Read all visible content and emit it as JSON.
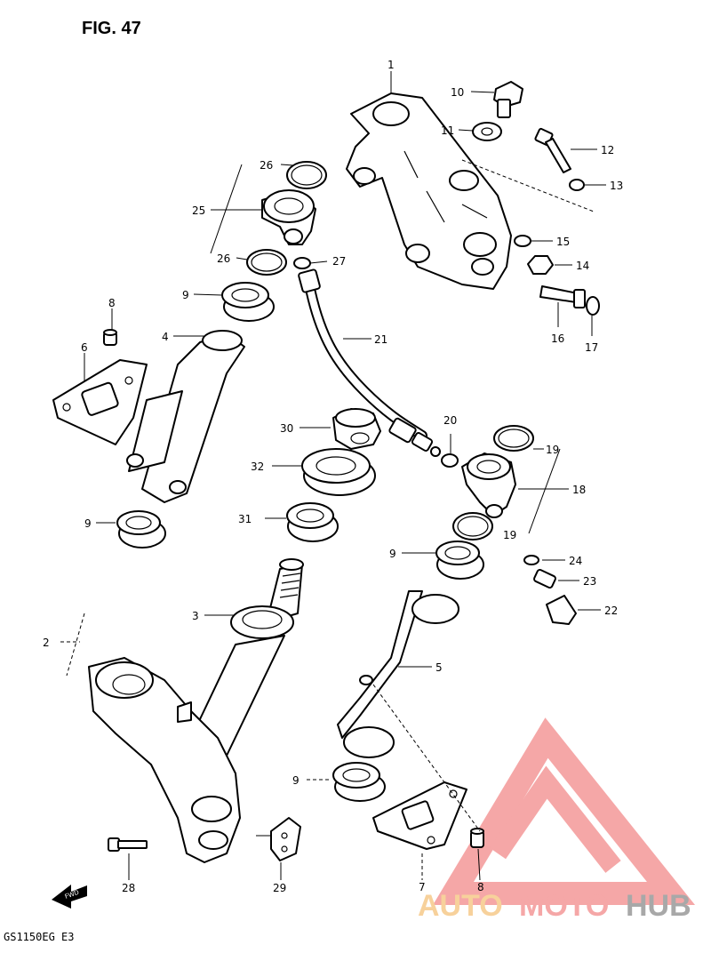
{
  "figure": {
    "title": "FIG. 47",
    "footer_code": "GS1150EG E3"
  },
  "part_labels": [
    {
      "id": "p1",
      "text": "1"
    },
    {
      "id": "p2",
      "text": "2"
    },
    {
      "id": "p3",
      "text": "3"
    },
    {
      "id": "p4",
      "text": "4"
    },
    {
      "id": "p5",
      "text": "5"
    },
    {
      "id": "p6",
      "text": "6"
    },
    {
      "id": "p7",
      "text": "7"
    },
    {
      "id": "p8a",
      "text": "8"
    },
    {
      "id": "p8b",
      "text": "8"
    },
    {
      "id": "p9a",
      "text": "9"
    },
    {
      "id": "p9b",
      "text": "9"
    },
    {
      "id": "p9c",
      "text": "9"
    },
    {
      "id": "p9d",
      "text": "9"
    },
    {
      "id": "p10",
      "text": "10"
    },
    {
      "id": "p11",
      "text": "11"
    },
    {
      "id": "p12",
      "text": "12"
    },
    {
      "id": "p13",
      "text": "13"
    },
    {
      "id": "p14",
      "text": "14"
    },
    {
      "id": "p15",
      "text": "15"
    },
    {
      "id": "p16",
      "text": "16"
    },
    {
      "id": "p17",
      "text": "17"
    },
    {
      "id": "p18",
      "text": "18"
    },
    {
      "id": "p19a",
      "text": "19"
    },
    {
      "id": "p19b",
      "text": "19"
    },
    {
      "id": "p20",
      "text": "20"
    },
    {
      "id": "p21",
      "text": "21"
    },
    {
      "id": "p22",
      "text": "22"
    },
    {
      "id": "p23",
      "text": "23"
    },
    {
      "id": "p24",
      "text": "24"
    },
    {
      "id": "p25",
      "text": "25"
    },
    {
      "id": "p26a",
      "text": "26"
    },
    {
      "id": "p26b",
      "text": "26"
    },
    {
      "id": "p27",
      "text": "27"
    },
    {
      "id": "p28",
      "text": "28"
    },
    {
      "id": "p29",
      "text": "29"
    },
    {
      "id": "p30",
      "text": "30"
    },
    {
      "id": "p31",
      "text": "31"
    },
    {
      "id": "p32",
      "text": "32"
    }
  ],
  "fwd_label": "FWD",
  "watermark": {
    "word_1": "AUTO",
    "word_2": "MOTO",
    "word_3": "HUB",
    "color_light": "#f5c27a",
    "color_red": "#f28a8a",
    "color_grey": "#8c8c8c"
  }
}
